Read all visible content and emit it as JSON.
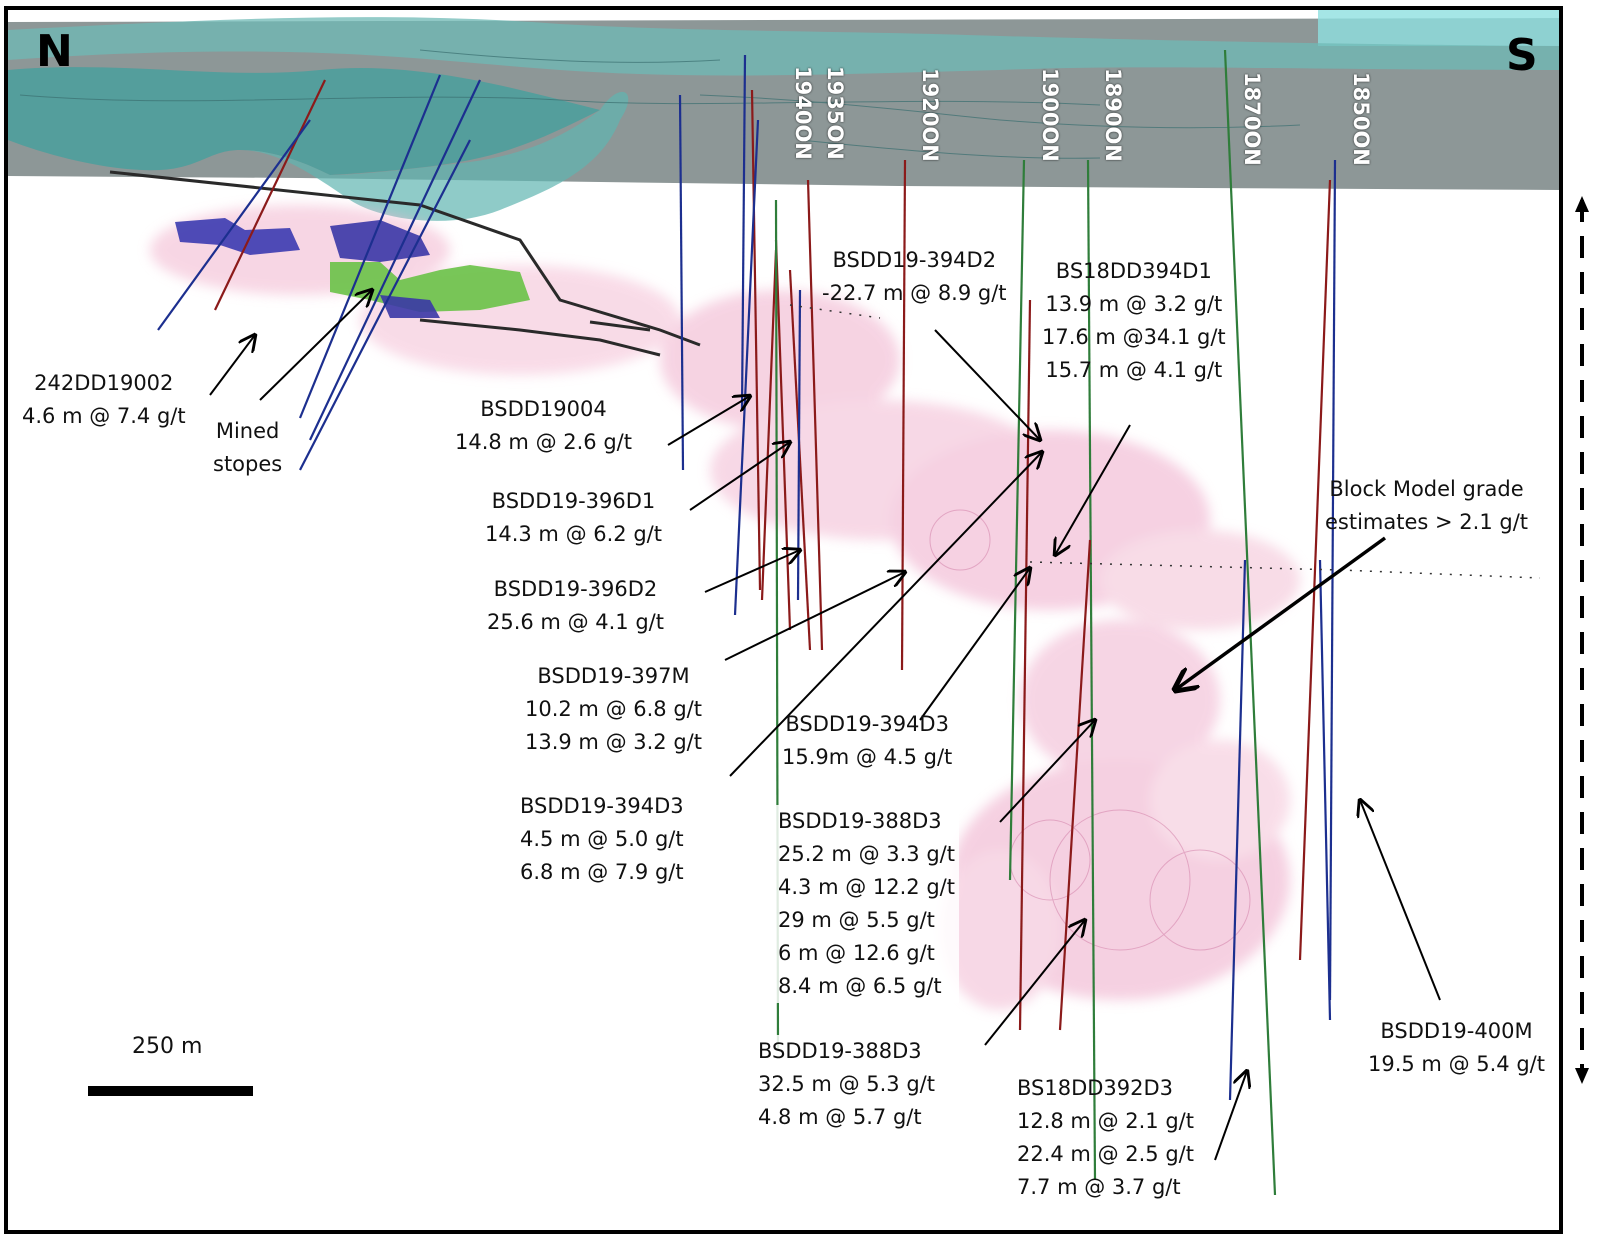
{
  "compass": {
    "north": "N",
    "south": "S"
  },
  "section_lines": [
    "1940ON",
    "1935ON",
    "1920ON",
    "1900ON",
    "1890ON",
    "1870ON",
    "1850ON"
  ],
  "scale": {
    "label": "250 m"
  },
  "callouts": {
    "c242": {
      "hole": "242DD19002",
      "lines": [
        "4.6 m @ 7.4 g/t"
      ]
    },
    "mined": {
      "lines": [
        "Mined",
        "stopes"
      ]
    },
    "c19004": {
      "hole": "BSDD19004",
      "lines": [
        "14.8 m @ 2.6 g/t"
      ]
    },
    "c396d1": {
      "hole": "BSDD19-396D1",
      "lines": [
        "14.3 m @ 6.2 g/t"
      ]
    },
    "c396d2": {
      "hole": "BSDD19-396D2",
      "lines": [
        "25.6 m @ 4.1 g/t"
      ]
    },
    "c397m": {
      "hole": "BSDD19-397M",
      "lines": [
        "10.2 m @ 6.8 g/t",
        "13.9 m @ 3.2 g/t"
      ]
    },
    "c394d3a": {
      "hole": "BSDD19-394D3",
      "lines": [
        "4.5 m @ 5.0 g/t",
        "6.8 m @ 7.9 g/t"
      ]
    },
    "c394d2": {
      "hole": "BSDD19-394D2",
      "lines": [
        "-22.7 m @ 8.9 g/t"
      ]
    },
    "c394d1": {
      "hole": "BS18DD394D1",
      "lines": [
        "13.9 m @ 3.2 g/t",
        "17.6 m @34.1 g/t",
        "15.7 m @ 4.1 g/t"
      ]
    },
    "c394d3b": {
      "hole": "BSDD19-394D3",
      "lines": [
        "15.9m @ 4.5 g/t"
      ]
    },
    "c388d3a": {
      "hole": "BSDD19-388D3",
      "lines": [
        "25.2 m @ 3.3 g/t",
        "4.3 m @ 12.2 g/t",
        "29 m @ 5.5 g/t",
        "6 m @ 12.6 g/t",
        "8.4 m @ 6.5 g/t"
      ]
    },
    "c388d3b": {
      "hole": "BSDD19-388D3",
      "lines": [
        "32.5 m @ 5.3 g/t",
        "4.8 m @ 5.7 g/t"
      ]
    },
    "c392d3": {
      "hole": "BS18DD392D3",
      "lines": [
        "12.8 m @ 2.1 g/t",
        "22.4 m @ 2.5  g/t",
        "7.7 m @ 3.7 g/t"
      ]
    },
    "block": {
      "lines": [
        "Block Model grade",
        "estimates > 2.1 g/t"
      ]
    },
    "c400m": {
      "hole": "BSDD19-400M",
      "lines": [
        "19.5 m @ 5.4 g/t"
      ]
    }
  },
  "colors": {
    "surface_teal": "#5fb3b0",
    "surface_dark": "#2f7f7f",
    "overburden_gray": "#8a9494",
    "grade_pink": "#e8a6c6",
    "drill_red": "#8b1a1a",
    "drill_blue": "#1c2f8f",
    "drill_green": "#2f7d3a",
    "stope_blue": "#3a3aa8",
    "stope_green": "#6fc24a"
  }
}
